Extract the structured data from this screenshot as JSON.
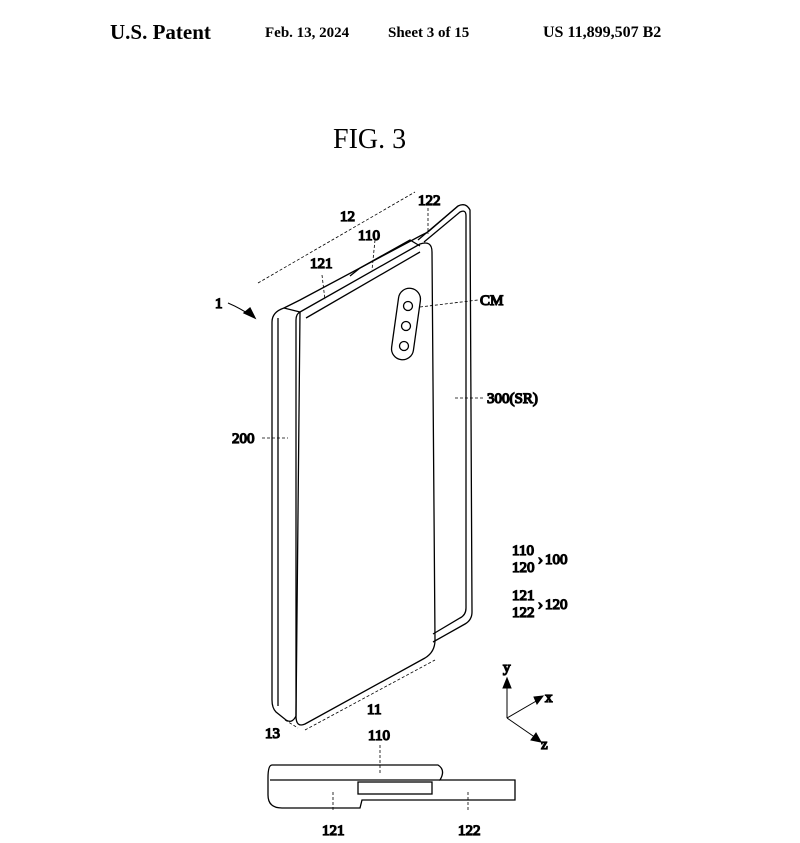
{
  "header": {
    "title": "U.S. Patent",
    "date": "Feb. 13, 2024",
    "sheet": "Sheet 3 of 15",
    "patent_number": "US 11,899,507 B2"
  },
  "figure": {
    "title": "FIG. 3",
    "labels": {
      "device": "1",
      "group_12": "12",
      "part_122_top": "122",
      "part_110_top": "110",
      "part_121_top": "121",
      "camera": "CM",
      "sr": "300(SR)",
      "part_200": "200",
      "group_11": "11",
      "group_13": "13",
      "side_110": "110",
      "side_121": "121",
      "side_122": "122"
    },
    "legend": {
      "row1_a": "110",
      "row1_b": "120",
      "row1_group": "100",
      "row2_a": "121",
      "row2_b": "122",
      "row2_group": "120"
    },
    "axes": {
      "y": "y",
      "x": "x",
      "z": "z"
    }
  }
}
